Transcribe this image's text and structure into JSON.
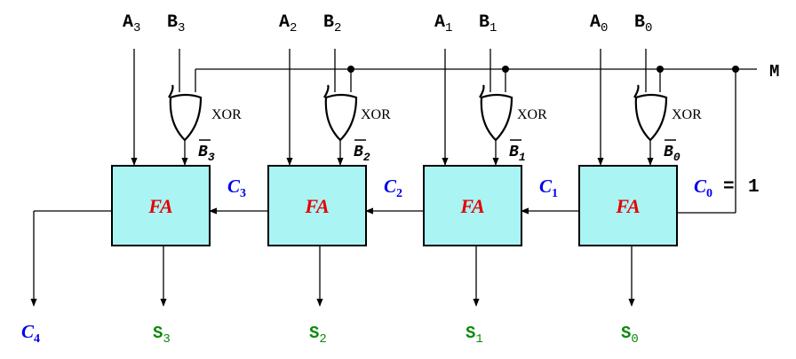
{
  "signals": {
    "mode": "M",
    "a": [
      "A",
      "A",
      "A",
      "A"
    ],
    "b": [
      "B",
      "B",
      "B",
      "B"
    ],
    "subs": [
      "3",
      "2",
      "1",
      "0"
    ],
    "xor": "XOR",
    "bbar": [
      "B",
      "B",
      "B",
      "B"
    ],
    "fa": "FA",
    "carry": [
      "C",
      "C",
      "C",
      "C"
    ],
    "c0_eq": "=",
    "c0_value": "1",
    "sum": [
      "S",
      "S",
      "S",
      "S"
    ],
    "c4": "C",
    "c4_sub": "4"
  },
  "colors": {
    "fa_fill": "#aaf4f4",
    "fa_text": "#e60000",
    "carry": "#0000ee",
    "sum": "#0a8a0a",
    "line": "#000000"
  }
}
